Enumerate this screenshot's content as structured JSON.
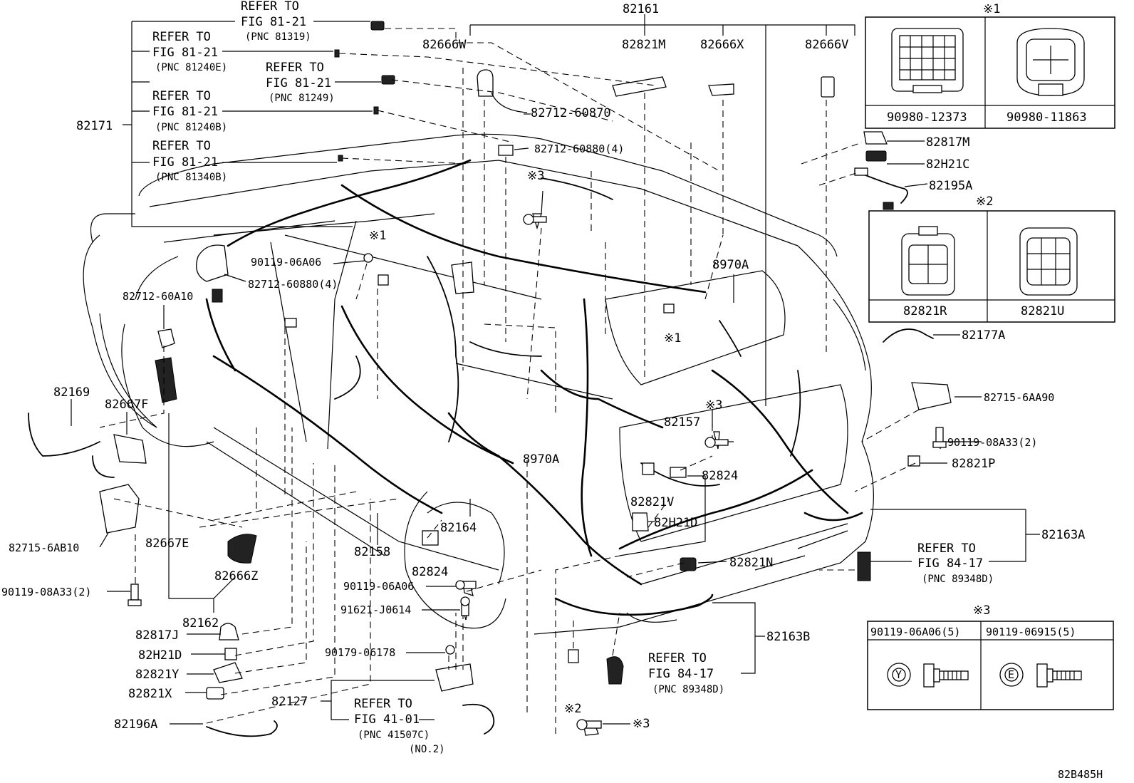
{
  "diagram": {
    "callouts": [
      {
        "id": "c82161",
        "text": "82161"
      },
      {
        "id": "c82666W",
        "text": "82666W"
      },
      {
        "id": "c82821M",
        "text": "82821M"
      },
      {
        "id": "c82666X",
        "text": "82666X"
      },
      {
        "id": "c82666V",
        "text": "82666V"
      },
      {
        "id": "c82171",
        "text": "82171"
      },
      {
        "id": "c82712_60870",
        "text": "82712-60870"
      },
      {
        "id": "c82712_60880_top",
        "text": "82712-60880(4)"
      },
      {
        "id": "c82817M",
        "text": "82817M"
      },
      {
        "id": "c82H21C",
        "text": "82H21C"
      },
      {
        "id": "c82195A",
        "text": "82195A"
      },
      {
        "id": "c90119_06A06_top",
        "text": "90119-06A06"
      },
      {
        "id": "c82712_60880_mid",
        "text": "82712-60880(4)"
      },
      {
        "id": "c8970A_right",
        "text": "8970A"
      },
      {
        "id": "c82712_60A10",
        "text": "82712-60A10"
      },
      {
        "id": "c82177A",
        "text": "82177A"
      },
      {
        "id": "c82715_6AA90",
        "text": "82715-6AA90"
      },
      {
        "id": "c82169",
        "text": "82169"
      },
      {
        "id": "c82667F",
        "text": "82667F"
      },
      {
        "id": "c82157",
        "text": "82157"
      },
      {
        "id": "c90119_08A33_right",
        "text": "90119-08A33(2)"
      },
      {
        "id": "c82821P",
        "text": "82821P"
      },
      {
        "id": "c8970A_mid",
        "text": "8970A"
      },
      {
        "id": "c82824_right",
        "text": "82824"
      },
      {
        "id": "c82821V",
        "text": "82821V"
      },
      {
        "id": "c82H21D_mid",
        "text": "82H21D"
      },
      {
        "id": "c82715_6AB10",
        "text": "82715-6AB10"
      },
      {
        "id": "c82667E",
        "text": "82667E"
      },
      {
        "id": "c82164",
        "text": "82164"
      },
      {
        "id": "c82163A",
        "text": "82163A"
      },
      {
        "id": "c82158",
        "text": "82158"
      },
      {
        "id": "c82824_left",
        "text": "82824"
      },
      {
        "id": "c82821N",
        "text": "82821N"
      },
      {
        "id": "c90119_08A33_left",
        "text": "90119-08A33(2)"
      },
      {
        "id": "c82666Z",
        "text": "82666Z"
      },
      {
        "id": "c90119_06A06_mid",
        "text": "90119-06A06"
      },
      {
        "id": "c91621_J0614",
        "text": "91621-J0614"
      },
      {
        "id": "c82162",
        "text": "82162"
      },
      {
        "id": "c82817J",
        "text": "82817J"
      },
      {
        "id": "c82163B",
        "text": "82163B"
      },
      {
        "id": "c82H21D_left",
        "text": "82H21D"
      },
      {
        "id": "c90179_06178",
        "text": "90179-06178"
      },
      {
        "id": "c82821Y",
        "text": "82821Y"
      },
      {
        "id": "c82821X",
        "text": "82821X"
      },
      {
        "id": "c82127",
        "text": "82127"
      },
      {
        "id": "c82196A",
        "text": "82196A"
      }
    ],
    "refer_blocks": [
      {
        "id": "r1",
        "line1": "REFER TO",
        "line2": "FIG 81-21",
        "line3": "(PNC 81319)"
      },
      {
        "id": "r2",
        "line1": "REFER TO",
        "line2": "FIG 81-21",
        "line3": "(PNC 81240E)"
      },
      {
        "id": "r3",
        "line1": "REFER TO",
        "line2": "FIG 81-21",
        "line3": "(PNC 81249)"
      },
      {
        "id": "r4",
        "line1": "REFER TO",
        "line2": "FIG 81-21",
        "line3": "(PNC 81240B)"
      },
      {
        "id": "r5",
        "line1": "REFER TO",
        "line2": "FIG 81-21",
        "line3": "(PNC 81340B)"
      },
      {
        "id": "r6",
        "line1": "REFER TO",
        "line2": "FIG 84-17",
        "line3": "(PNC 89348D)"
      },
      {
        "id": "r7",
        "line1": "REFER TO",
        "line2": "FIG 84-17",
        "line3": "(PNC 89348D)"
      },
      {
        "id": "r8",
        "line1": "REFER TO",
        "line2": "FIG 41-01",
        "line3": "(PNC 41507C)",
        "line4": "(NO.2)"
      }
    ],
    "note_marks": {
      "m1a": "※1",
      "m1b": "※1",
      "m3a": "※3",
      "m3b": "※3",
      "m2": "※2",
      "m3c": "※3"
    },
    "inset_1": {
      "mark": "※1",
      "left_pn": "90980-12373",
      "right_pn": "90980-11863"
    },
    "inset_2": {
      "mark": "※2",
      "left_pn": "82821R",
      "right_pn": "82821U"
    },
    "inset_3": {
      "mark": "※3",
      "left_pn": "90119-06A06(5)",
      "right_pn": "90119-06915(5)",
      "left_head": "Y",
      "right_head": "E"
    },
    "figure_code": "82B485H"
  }
}
